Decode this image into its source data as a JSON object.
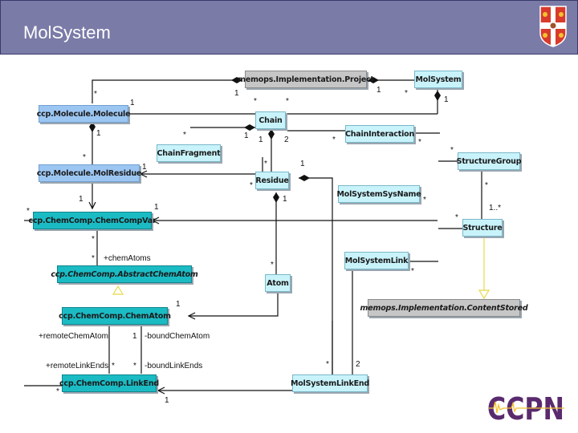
{
  "header": {
    "title": "MolSystem",
    "logo": "university-crest-icon"
  },
  "footer": {
    "logo_text": "CCPN"
  },
  "colors": {
    "header_bg": "#7b7ba8",
    "class_light": "#c9f3fb",
    "class_blue": "#9cc6f2",
    "class_teal": "#1bbbc4",
    "class_grey": "#c6c6c6",
    "generalization": "#e8d84a"
  },
  "classes": {
    "project": "memops.Implementation.Project",
    "molsystem": "MolSystem",
    "molecule": "ccp.Molecule.Molecule",
    "chain": "Chain",
    "chain_interaction": "ChainInteraction",
    "chain_fragment": "ChainFragment",
    "structure_group": "StructureGroup",
    "mol_residue": "ccp.Molecule.MolResidue",
    "residue": "Residue",
    "molsystem_sysname": "MolSystemSysName",
    "chemcompvar": "ccp.ChemComp.ChemCompVar",
    "structure": "Structure",
    "abstract_chem_atom": "ccp.ChemComp.AbstractChemAtom",
    "atom": "Atom",
    "molsystem_link": "MolSystemLink",
    "content_stored": "memops.Implementation.ContentStored",
    "chem_atom": "ccp.ChemComp.ChemAtom",
    "link_end": "ccp.ChemComp.LinkEnd",
    "molsystem_link_end": "MolSystemLinkEnd"
  },
  "multiplicities": {
    "project_left": "1",
    "project_right": "1",
    "molsystem_star": "*",
    "molsystem_1": "1",
    "molecule_1_right": "1",
    "molecule_1_below": "1",
    "molecule_star_top": "*",
    "molresidue_star": "*",
    "molresidue_1": "1",
    "chain_1_left": "1",
    "chain_1_below": "1",
    "chain_2": "2",
    "chain_star": "*",
    "chain_star2": "*",
    "chaininteraction_star": "*",
    "chaininteraction_star2": "*",
    "chainfragment_star": "*",
    "residue_star_top": "*",
    "residue_star_left": "*",
    "residue_1_right": "1",
    "residue_1_below": "1",
    "chemcompvar_1": "1",
    "chemcompvar_1_right": "1",
    "chemcompvar_star_left": "*",
    "chemcompvar_star_below": "*",
    "chematoms_star": "*",
    "chematoms_role": "+chemAtoms",
    "structuregroup_star": "*",
    "structuregroup_star2": "*",
    "structure_range": "1..*",
    "structure_star": "*",
    "sysname_star": "*",
    "atom_star": "*",
    "link_star": "*",
    "chematom_1": "1",
    "remote_chem_atom": "+remoteChemAtom",
    "bound_chem_atom": "-boundChemAtom",
    "bound_1": "1",
    "remote_link_ends": "+remoteLinkEnds",
    "remote_star": "*",
    "bound_star": "*",
    "bound_link_ends": "-boundLinkEnds",
    "linkend_star": "*",
    "linkend_1": "1",
    "linkend_left_star": "*",
    "linkend_2": "2"
  }
}
